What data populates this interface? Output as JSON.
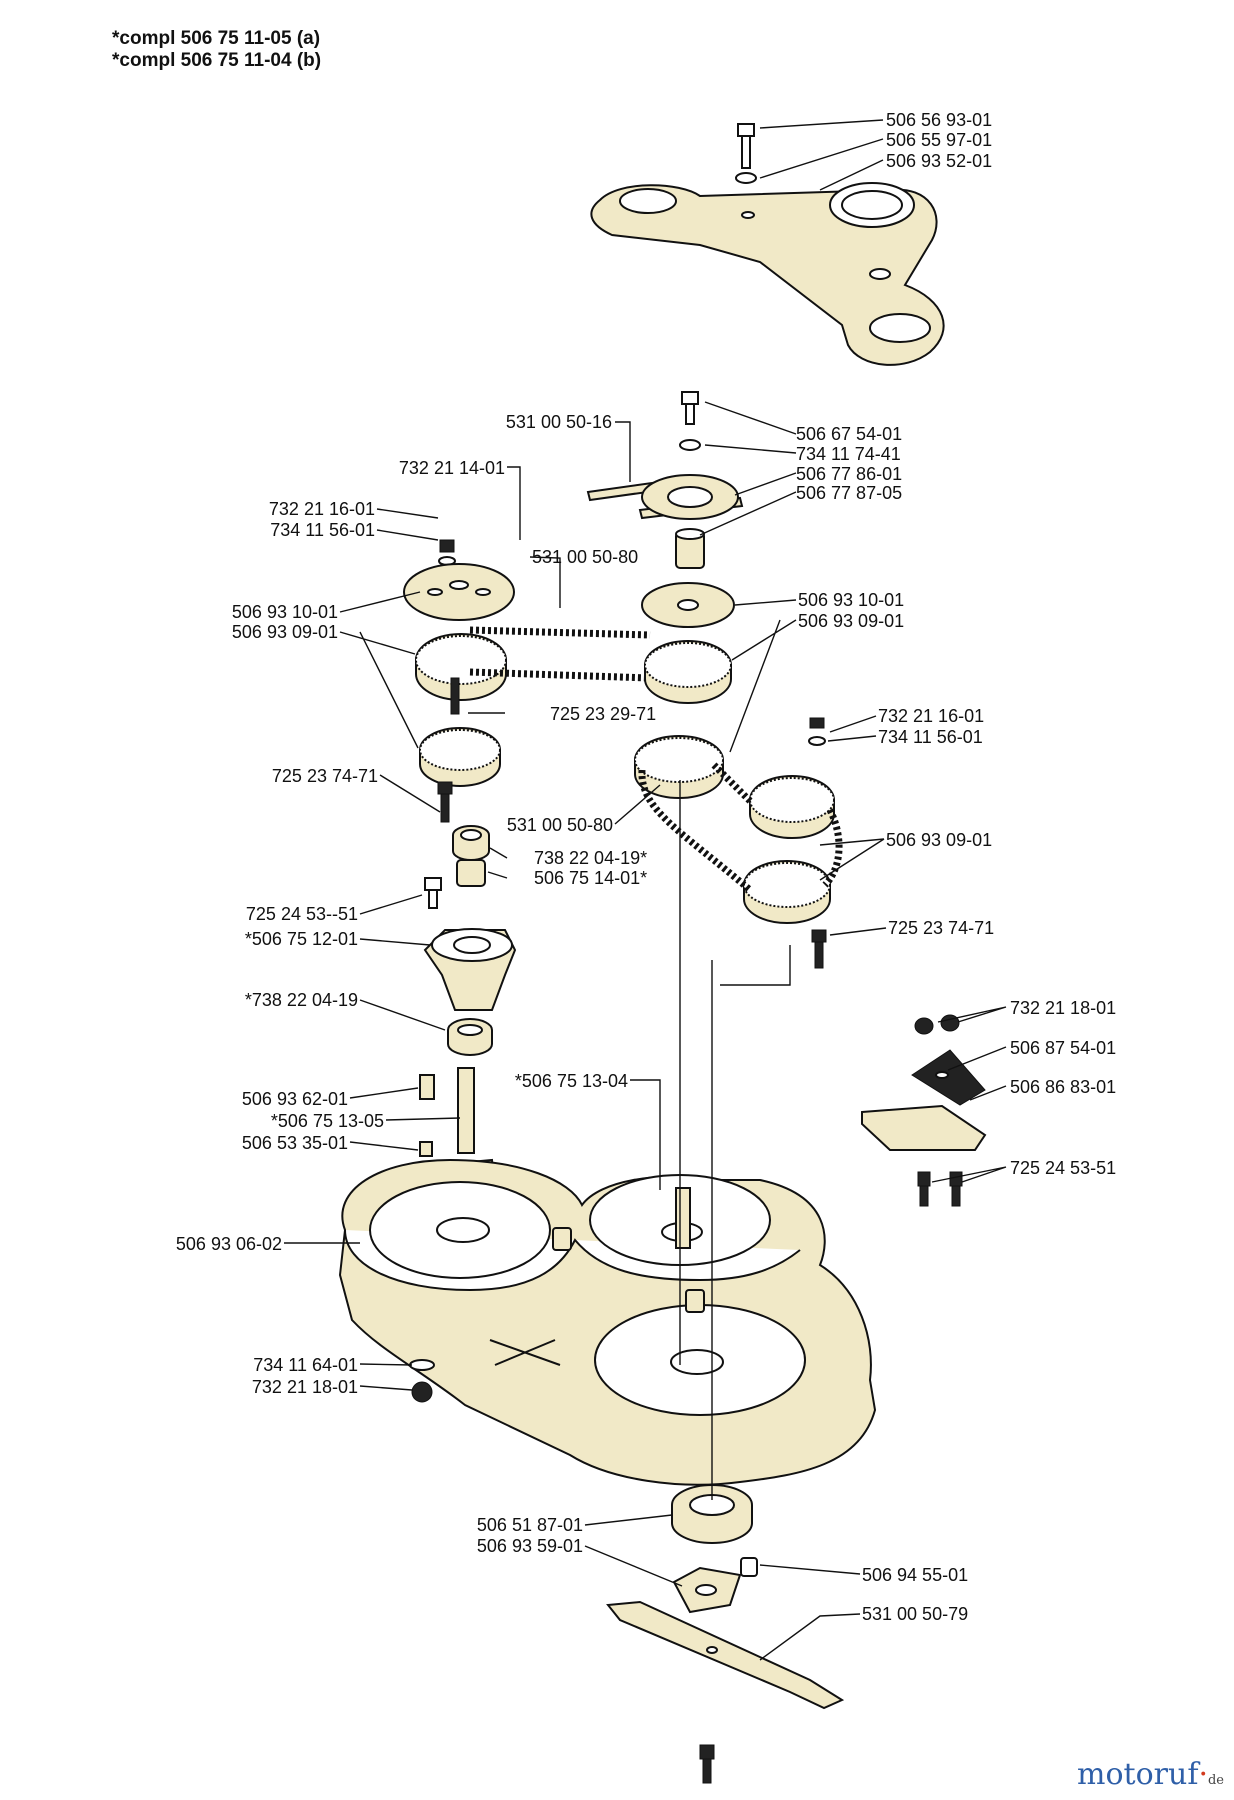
{
  "header": {
    "line1": "*compl 506 75 11-05 (a)",
    "line2": "*compl 506 75 11-04 (b)"
  },
  "callouts": {
    "c01": "506 56 93-01",
    "c02": "506 55 97-01",
    "c03": "506 93 52-01",
    "c04": "531 00 50-16",
    "c05": "506 67 54-01",
    "c06": "734 11 74-41",
    "c07": "506 77 86-01",
    "c08": "506 77 87-05",
    "c09": "732 21 14-01",
    "c10": "732 21 16-01",
    "c11": "734 11 56-01",
    "c12": "531 00 50-80",
    "c13": "506 93 10-01",
    "c14": "506 93 09-01",
    "c15": "506 93 10-01",
    "c16": "506 93 09-01",
    "c17": "725 23 29-71",
    "c18": "732 21 16-01",
    "c19": "734 11 56-01",
    "c20": "725 23 74-71",
    "c21": "531 00 50-80",
    "c22": "506 93 09-01",
    "c23": "738 22 04-19*",
    "c24": "506 75 14-01*",
    "c25": "725 24 53--51",
    "c26": "*506 75 12-01",
    "c27": "725 23 74-71",
    "c28": "*738 22 04-19",
    "c29": "732 21 18-01",
    "c30": "506 87 54-01",
    "c31": "*506 75 13-04",
    "c32": "506 86 83-01",
    "c33": "506 93 62-01",
    "c34": "*506 75 13-05",
    "c35": "506 53 35-01",
    "c36": "725 24 53-51",
    "c37": "506 93 06-02",
    "c38": "734 11 64-01",
    "c39": "732 21 18-01",
    "c40": "506 51 87-01",
    "c41": "506 93 59-01",
    "c42": "506 94 55-01",
    "c43": "531 00 50-79"
  },
  "watermark": {
    "brand": "motoruf",
    "dot": "·",
    "tld": "de"
  },
  "colors": {
    "line": "#111111",
    "part_fill": "#f1e9c7",
    "watermark": "#2f5fa8"
  }
}
